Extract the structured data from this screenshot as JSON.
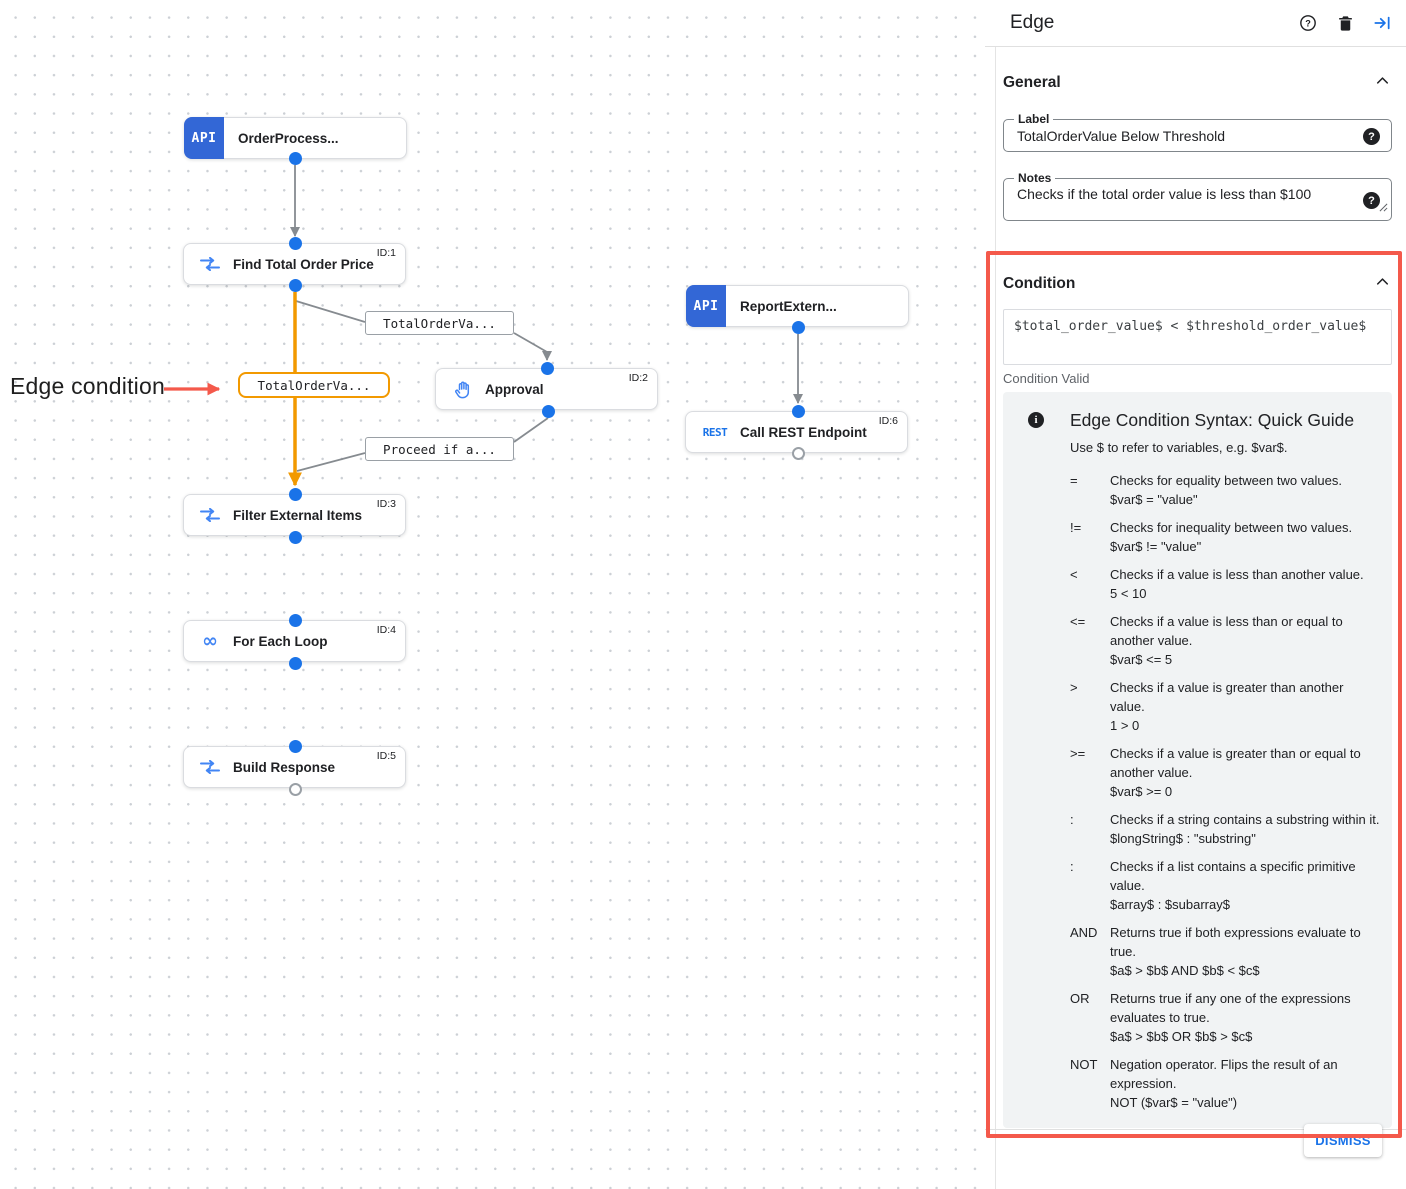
{
  "colors": {
    "accent_blue": "#1A73E8",
    "node_icon_blue": "#4285F4",
    "api_block_blue": "#3367D6",
    "edge_gray": "#868B90",
    "edge_orange": "#F29900",
    "annotation_red": "#F4594B",
    "guide_bg": "#F1F3F4"
  },
  "annotation": {
    "label": "Edge condition"
  },
  "icons": {
    "api_text": "API",
    "rest_text": "REST",
    "loop_glyph": "∞"
  },
  "canvas": {
    "nodes": [
      {
        "title": "OrderProcess...",
        "icon": "api-trigger-icon",
        "id_label": ""
      },
      {
        "title": "Find Total Order Price",
        "icon": "data-mapping-icon",
        "id_label": "ID:1"
      },
      {
        "title": "ReportExtern...",
        "icon": "api-trigger-icon",
        "id_label": ""
      },
      {
        "title": "Approval",
        "icon": "approval-hand-icon",
        "id_label": "ID:2"
      },
      {
        "title": "Call REST Endpoint",
        "icon": "rest-icon",
        "id_label": "ID:6"
      },
      {
        "title": "Filter External Items",
        "icon": "data-mapping-icon",
        "id_label": "ID:3"
      },
      {
        "title": "For Each Loop",
        "icon": "loop-icon",
        "id_label": "ID:4"
      },
      {
        "title": "Build Response",
        "icon": "data-mapping-icon",
        "id_label": "ID:5"
      }
    ],
    "edge_labels": [
      {
        "text": "TotalOrderVa...",
        "selected": false
      },
      {
        "text": "TotalOrderVa...",
        "selected": true
      },
      {
        "text": "Proceed if a...",
        "selected": false
      }
    ]
  },
  "panel": {
    "title": "Edge",
    "header_icons": [
      "help-icon",
      "delete-icon",
      "collapse-panel-icon"
    ],
    "general": {
      "heading": "General",
      "label_field": {
        "label": "Label",
        "value": "TotalOrderValue Below Threshold"
      },
      "notes_field": {
        "label": "Notes",
        "value": "Checks if the total order value is less than $100"
      }
    },
    "condition": {
      "heading": "Condition",
      "expression": "$total_order_value$ < $threshold_order_value$",
      "status": "Condition Valid",
      "guide": {
        "title": "Edge Condition Syntax: Quick Guide",
        "intro": "Use $ to refer to variables, e.g. $var$.",
        "rows": [
          {
            "op": "=",
            "desc": "Checks for equality between two values.",
            "example": "$var$ = \"value\""
          },
          {
            "op": "!=",
            "desc": "Checks for inequality between two values.",
            "example": "$var$ != \"value\""
          },
          {
            "op": "<",
            "desc": "Checks if a value is less than another value.",
            "example": "5 < 10"
          },
          {
            "op": "<=",
            "desc": "Checks if a value is less than or equal to another value.",
            "example": "$var$ <= 5"
          },
          {
            "op": ">",
            "desc": "Checks if a value is greater than another value.",
            "example": "1 > 0"
          },
          {
            "op": ">=",
            "desc": "Checks if a value is greater than or equal to another value.",
            "example": "$var$ >= 0"
          },
          {
            "op": ":",
            "desc": "Checks if a string contains a substring within it.",
            "example": "$longString$ : \"substring\""
          },
          {
            "op": ":",
            "desc": "Checks if a list contains a specific primitive value.",
            "example": "$array$ : $subarray$"
          },
          {
            "op": "AND",
            "desc": "Returns true if both expressions evaluate to true.",
            "example": "$a$ > $b$ AND $b$ < $c$"
          },
          {
            "op": "OR",
            "desc": "Returns true if any one of the expressions evaluates to true.",
            "example": "$a$ > $b$ OR $b$ > $c$"
          },
          {
            "op": "NOT",
            "desc": "Negation operator. Flips the result of an expression.",
            "example": "NOT ($var$ = \"value\")"
          }
        ]
      }
    },
    "dismiss_label": "DISMISS"
  }
}
